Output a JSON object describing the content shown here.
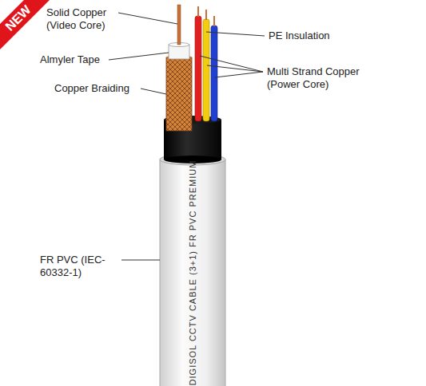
{
  "diagram": {
    "labels": [
      "NEW",
      "Solid Copper (Video Core)",
      "PE Insulation",
      "Almyler Tape",
      "Multi Strand Copper (Power Core)",
      "Copper Braiding",
      "DIGISOL CCTV CABLE (3+1) FR PVC PREMIUM",
      "FR PVC (IEC-60332-1)"
    ]
  }
}
